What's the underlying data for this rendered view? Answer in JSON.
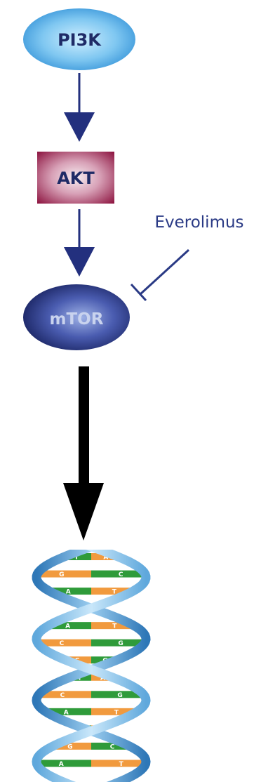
{
  "nodes": {
    "pi3k": {
      "label": "PI3K"
    },
    "akt": {
      "label": "AKT"
    },
    "mtor": {
      "label": "mTOR"
    }
  },
  "inhibitor": {
    "label": "Everolimus"
  },
  "dna": {
    "base_pairs": [
      {
        "left": "T",
        "right": "A"
      },
      {
        "left": "G",
        "right": "C"
      },
      {
        "left": "A",
        "right": "T"
      },
      {
        "left": "G",
        "right": "C"
      },
      {
        "left": "A",
        "right": "T"
      },
      {
        "left": "C",
        "right": "G"
      },
      {
        "left": "C",
        "right": "G"
      },
      {
        "left": "T",
        "right": "A"
      },
      {
        "left": "C",
        "right": "G"
      },
      {
        "left": "A",
        "right": "T"
      },
      {
        "left": "A",
        "right": "T"
      },
      {
        "left": "G",
        "right": "C"
      },
      {
        "left": "A",
        "right": "T"
      }
    ]
  },
  "colors": {
    "pi3k_fill": "#3fa2e0",
    "akt_fill": "#9c1b45",
    "mtor_fill": "#1f2b7a",
    "arrow_blue": "#23307e",
    "text_dark": "#1f2b66",
    "inhibitor": "#2a3a85",
    "dna_orange": "#f19a3e",
    "dna_green": "#2f9b3a",
    "dna_strand": "#8fc6ec"
  }
}
